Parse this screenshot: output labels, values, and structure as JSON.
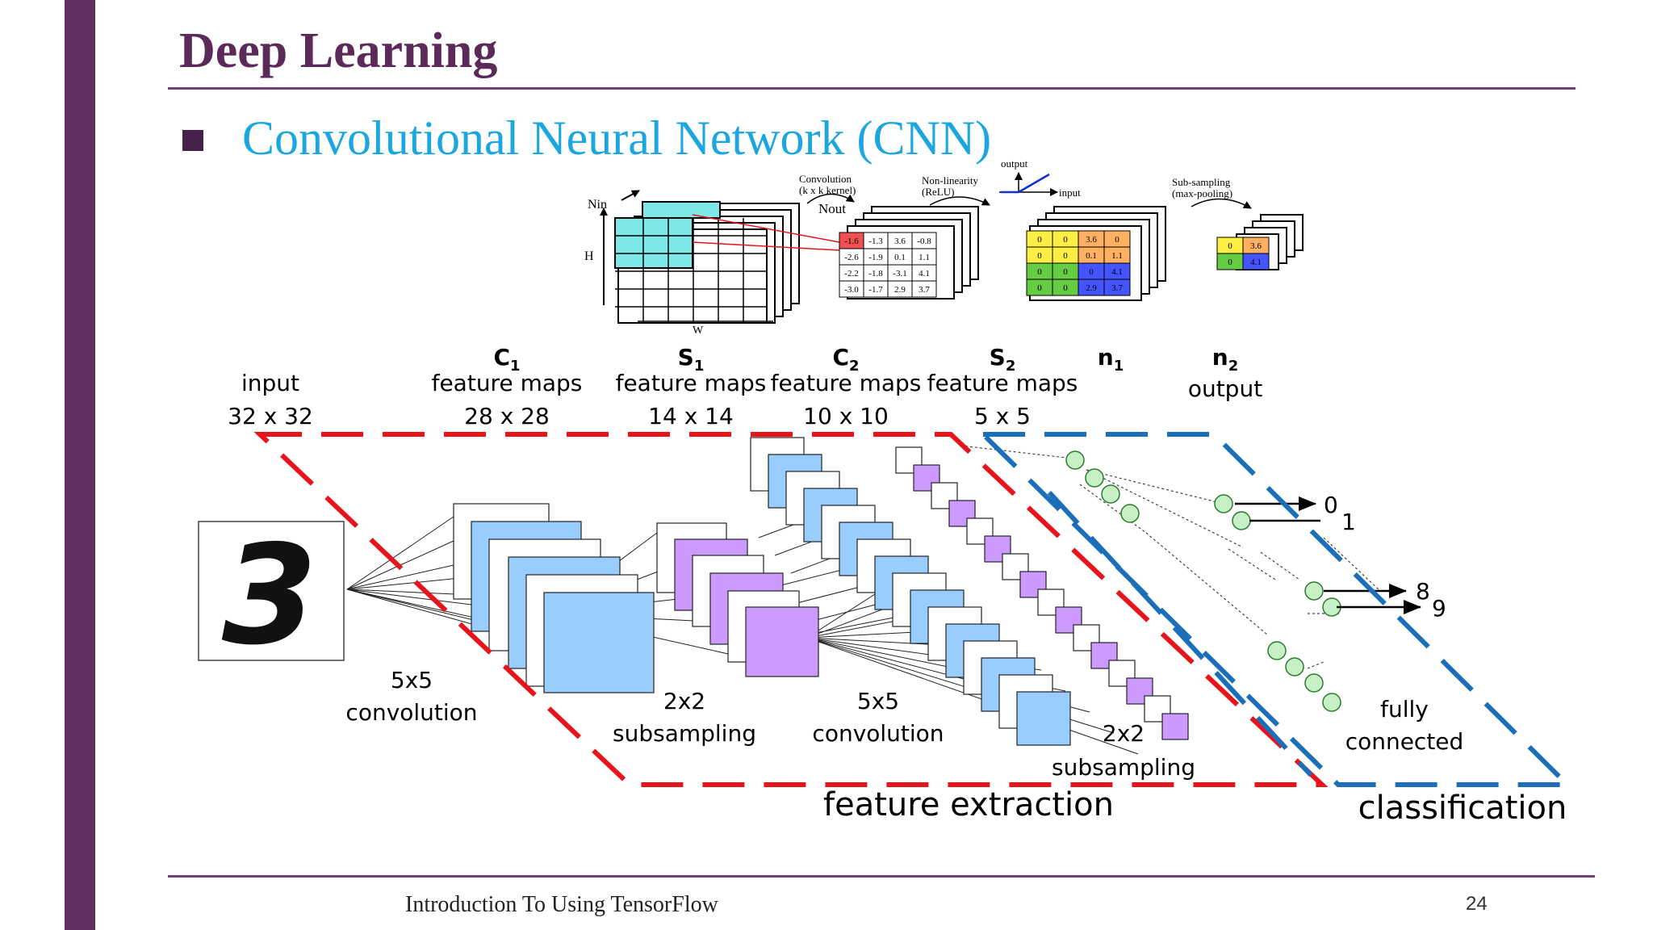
{
  "slide": {
    "title": "Deep Learning",
    "bullet": "Convolutional Neural Network (CNN)",
    "footer": "Introduction To Using TensorFlow",
    "page_number": "24"
  },
  "top_figure": {
    "conv_label": "Convolution",
    "conv_sub": "(k x k kernel)",
    "nonlin_label": "Non-linearity",
    "nonlin_sub": "(ReLU)",
    "output_label": "output",
    "input_label": "input",
    "subsample_label": "Sub-sampling",
    "subsample_sub": "(max-pooling)",
    "nin": "Nin",
    "nout": "Nout",
    "h": "H",
    "w": "W",
    "conv_matrix": [
      [
        "-1.6",
        "-1.3",
        "3.6",
        "-0.8"
      ],
      [
        "-2.6",
        "-1.9",
        "0.1",
        "1.1"
      ],
      [
        "-2.2",
        "-1.8",
        "-3.1",
        "4.1"
      ],
      [
        "-3.0",
        "-1.7",
        "2.9",
        "3.7"
      ]
    ],
    "relu_matrix": [
      [
        "0",
        "0",
        "3.6",
        "0"
      ],
      [
        "0",
        "0",
        "0.1",
        "1.1"
      ],
      [
        "0",
        "0",
        "0",
        "4.1"
      ],
      [
        "0",
        "0",
        "2.9",
        "3.7"
      ]
    ],
    "pool_matrix": [
      [
        "0",
        "3.6"
      ],
      [
        "0",
        "4.1"
      ]
    ]
  },
  "layers": [
    {
      "sym": "",
      "sub": "",
      "line1": "input",
      "line2": "32 x 32"
    },
    {
      "sym": "C",
      "sub": "1",
      "line1": "feature maps",
      "line2": "28 x 28"
    },
    {
      "sym": "S",
      "sub": "1",
      "line1": "feature maps",
      "line2": "14 x 14"
    },
    {
      "sym": "C",
      "sub": "2",
      "line1": "feature maps",
      "line2": "10 x 10"
    },
    {
      "sym": "S",
      "sub": "2",
      "line1": "feature maps",
      "line2": "5 x 5"
    },
    {
      "sym": "n",
      "sub": "1",
      "line1": "",
      "line2": ""
    },
    {
      "sym": "n",
      "sub": "2",
      "line1": "output",
      "line2": ""
    }
  ],
  "operations": [
    {
      "line1": "5x5",
      "line2": "convolution"
    },
    {
      "line1": "2x2",
      "line2": "subsampling"
    },
    {
      "line1": "5x5",
      "line2": "convolution"
    },
    {
      "line1": "2x2",
      "line2": "subsampling"
    },
    {
      "line1": "fully",
      "line2": "connected"
    }
  ],
  "output_digits": [
    "0",
    "1",
    "8",
    "9"
  ],
  "input_digit": "3",
  "stage_labels": {
    "feature_extraction": "feature extraction",
    "classification": "classification"
  },
  "colors": {
    "accent_purple": "#622f60",
    "title_purple": "#5c2a5a",
    "subtitle_blue": "#1ca6e0",
    "feature_map_blue": "#99ccff",
    "pool_map_purple": "#cc99ff",
    "neuron_green": "#c7f0c7",
    "feature_box_red": "#e8141c",
    "classification_box_blue": "#1a6fb8"
  }
}
